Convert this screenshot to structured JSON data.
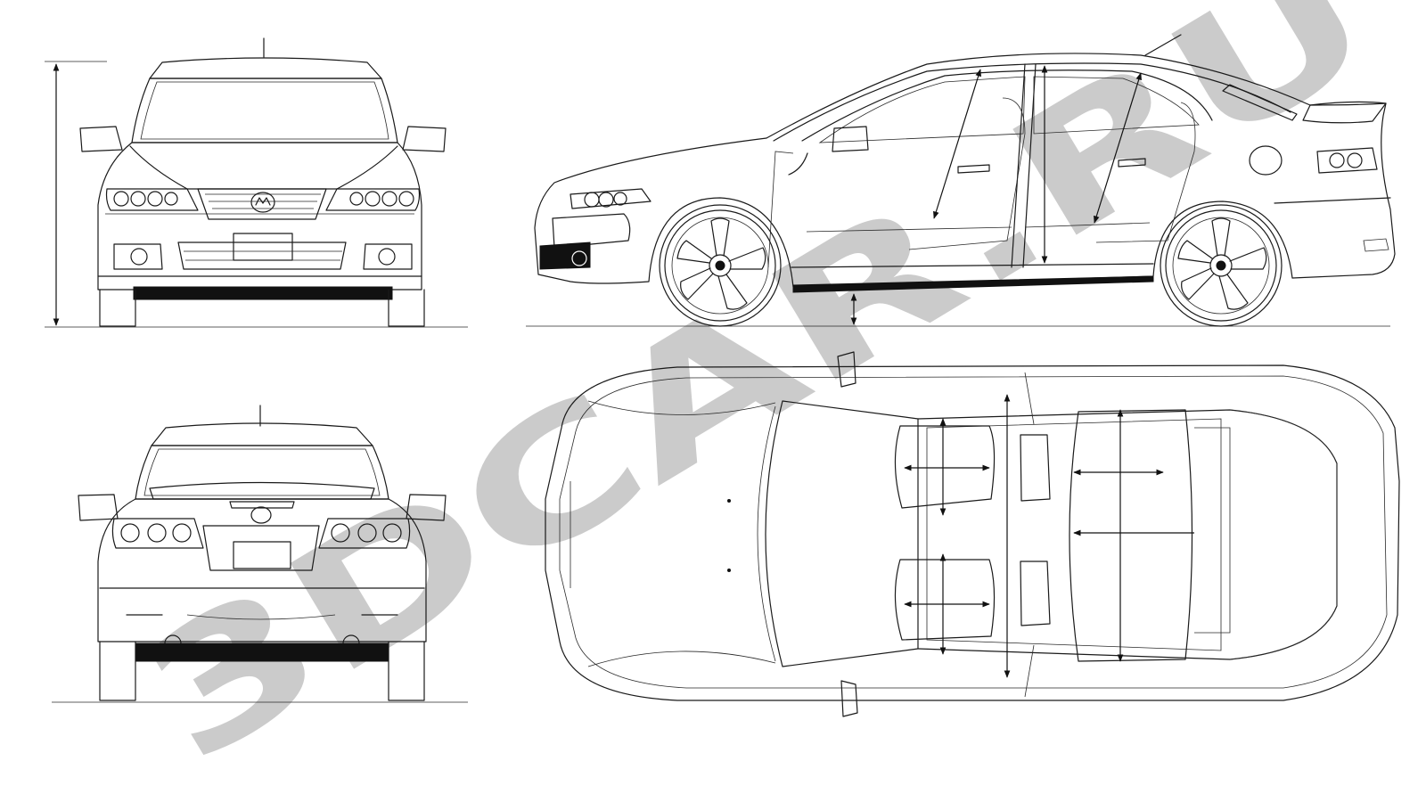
{
  "watermark": {
    "text": "3DCAR.RU"
  },
  "views": {
    "front": "front-view",
    "side": "side-view",
    "rear": "rear-view",
    "top": "top-view"
  }
}
